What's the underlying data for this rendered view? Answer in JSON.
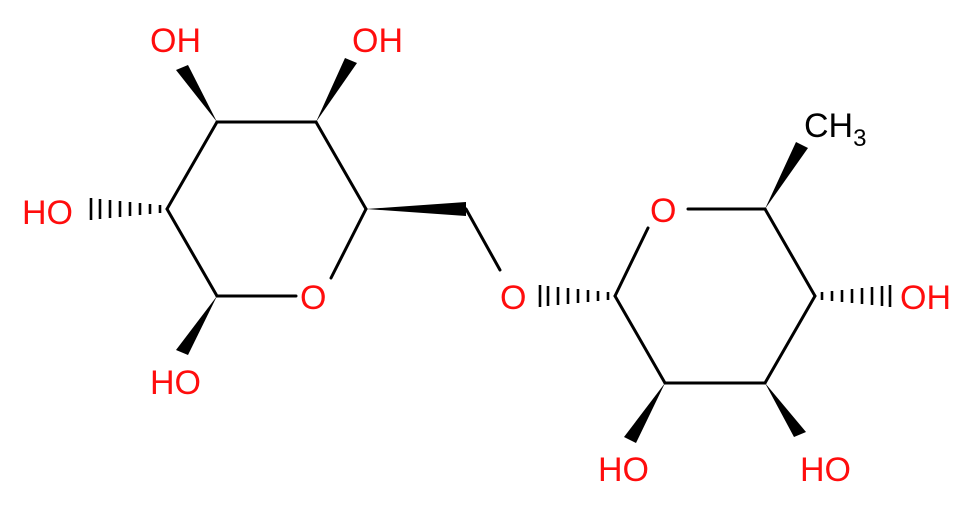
{
  "molecule": {
    "colors": {
      "oxygen": "#ff0d0d",
      "carbon": "#000000",
      "background": "#ffffff"
    },
    "labels": {
      "oh_top_left": "OH",
      "oh_top_right": "OH",
      "oh_left": "HO",
      "oh_bottom_left": "HO",
      "ring1_oxygen": "O",
      "glycosidic_oxygen": "O",
      "ring2_oxygen": "O",
      "methyl_c": "CH",
      "methyl_sub": "3",
      "oh_right": "OH",
      "oh_bottom_mid": "HO",
      "oh_bottom_right": "HO"
    }
  }
}
